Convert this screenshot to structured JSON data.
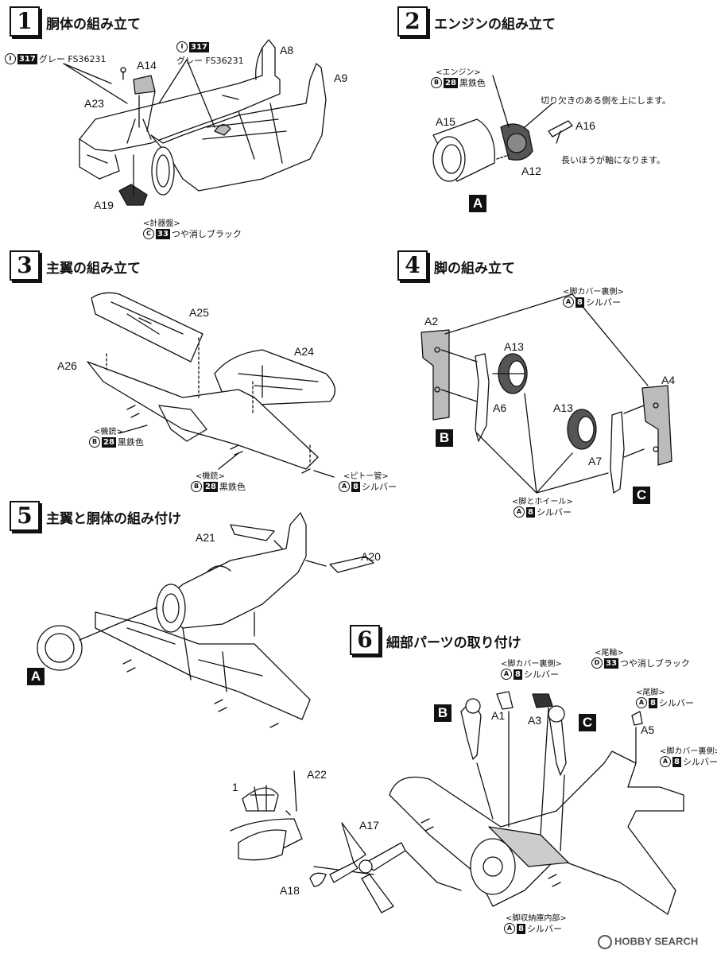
{
  "steps": [
    {
      "num": "1",
      "title": "胴体の組み立て"
    },
    {
      "num": "2",
      "title": "エンジンの組み立て"
    },
    {
      "num": "3",
      "title": "主翼の組み立て"
    },
    {
      "num": "4",
      "title": "脚の組み立て"
    },
    {
      "num": "5",
      "title": "主翼と胴体の組み付け"
    },
    {
      "num": "6",
      "title": "細部パーツの取り付け"
    }
  ],
  "step1": {
    "paint_left": {
      "letter": "I",
      "num": "317",
      "name": "グレー FS36231"
    },
    "paint_right": {
      "letter": "I",
      "num": "317",
      "name": "グレー FS36231"
    },
    "panel_bracket": "<計器盤>",
    "panel_paint": {
      "letter": "C",
      "num": "33",
      "name": "つや消しブラック"
    },
    "parts": [
      "A14",
      "A8",
      "A9",
      "A23",
      "A19"
    ]
  },
  "step2": {
    "engine_bracket": "<エンジン>",
    "engine_paint": {
      "letter": "B",
      "num": "28",
      "name": "黒鉄色"
    },
    "note1": "切り欠きのある側を上にします。",
    "note2": "長いほうが軸になります。",
    "parts": [
      "A15",
      "A16",
      "A12"
    ],
    "marker": "A"
  },
  "step3": {
    "parts": [
      "A25",
      "A24",
      "A26"
    ],
    "gun1_bracket": "<機銃>",
    "gun1_paint": {
      "letter": "B",
      "num": "28",
      "name": "黒鉄色"
    },
    "gun2_bracket": "<機銃>",
    "gun2_paint": {
      "letter": "B",
      "num": "28",
      "name": "黒鉄色"
    },
    "pitot_bracket": "<ピトー管>",
    "pitot_paint": {
      "letter": "A",
      "num": "8",
      "name": "シルバー"
    }
  },
  "step4": {
    "cover_bracket": "<脚カバー裏側>",
    "cover_paint": {
      "letter": "A",
      "num": "8",
      "name": "シルバー"
    },
    "parts": [
      "A2",
      "A13",
      "A6",
      "A4",
      "A13",
      "A7"
    ],
    "leg_bracket": "<脚とホイール>",
    "leg_paint": {
      "letter": "A",
      "num": "8",
      "name": "シルバー"
    },
    "marker_b": "B",
    "marker_c": "C"
  },
  "step5": {
    "parts": [
      "A21",
      "A20",
      "A22",
      "A17",
      "A18",
      "1"
    ],
    "marker": "A"
  },
  "step6": {
    "cover_bracket": "<脚カバー裏側>",
    "cover_paint": {
      "letter": "A",
      "num": "8",
      "name": "シルバー"
    },
    "tailwheel_bracket": "<尾輪>",
    "tailwheel_paint": {
      "letter": "D",
      "num": "33",
      "name": "つや消しブラック"
    },
    "tailleg_bracket": "<尾脚>",
    "tailleg_paint": {
      "letter": "A",
      "num": "8",
      "name": "シルバー"
    },
    "cover2_bracket": "<脚カバー裏側>",
    "cover2_paint": {
      "letter": "A",
      "num": "8",
      "name": "シルバー"
    },
    "bay_bracket": "<脚収納庫内部>",
    "bay_paint": {
      "letter": "A",
      "num": "8",
      "name": "シルバー"
    },
    "parts": [
      "A1",
      "A3",
      "A5"
    ],
    "marker_b": "B",
    "marker_c": "C"
  },
  "watermark": "HOBBY SEARCH"
}
